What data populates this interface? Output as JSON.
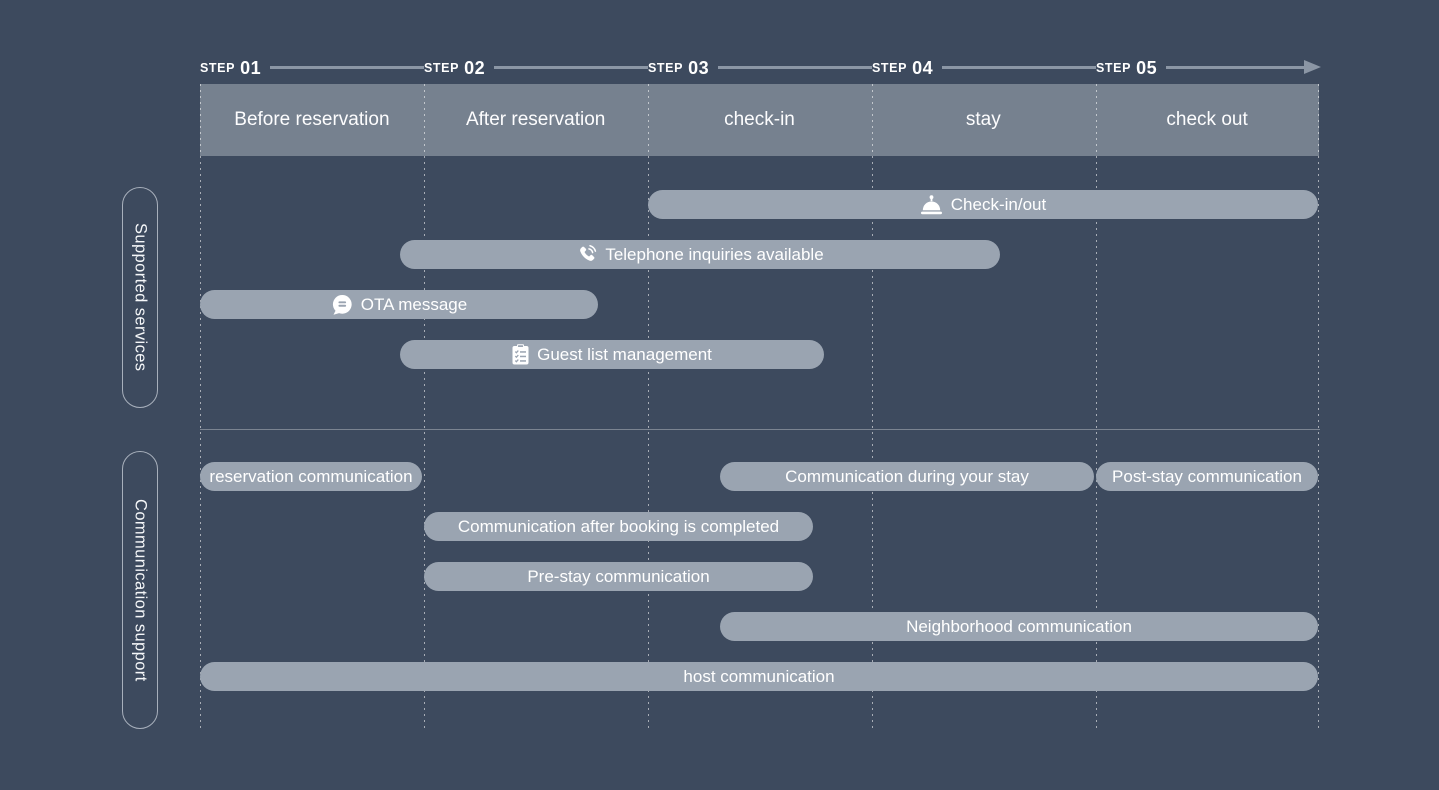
{
  "colors": {
    "background": "#3d4a5e",
    "header_band": "#76818f",
    "bar": "#9aa4b1",
    "axis": "#8b96a5",
    "pill_border": "#a8b0bc",
    "text": "#ffffff"
  },
  "timeline": {
    "steps": [
      {
        "prefix": "STEP",
        "number": "01"
      },
      {
        "prefix": "STEP",
        "number": "02"
      },
      {
        "prefix": "STEP",
        "number": "03"
      },
      {
        "prefix": "STEP",
        "number": "04"
      },
      {
        "prefix": "STEP",
        "number": "05"
      }
    ]
  },
  "phases": [
    "Before reservation",
    "After reservation",
    "check-in",
    "stay",
    "check out"
  ],
  "sections": [
    {
      "label": "Supported services",
      "bars": [
        {
          "label": "Check-in/out",
          "icon": "bell-icon"
        },
        {
          "label": "Telephone inquiries available",
          "icon": "phone-icon"
        },
        {
          "label": "OTA message",
          "icon": "chat-icon"
        },
        {
          "label": "Guest list management",
          "icon": "clipboard-icon"
        }
      ]
    },
    {
      "label": "Communication support",
      "bars": [
        {
          "label": "reservation communication"
        },
        {
          "label": "Communication during your stay"
        },
        {
          "label": "Post-stay communication"
        },
        {
          "label": "Communication after booking is completed"
        },
        {
          "label": "Pre-stay communication"
        },
        {
          "label": "Neighborhood communication"
        },
        {
          "label": "host communication"
        }
      ]
    }
  ]
}
